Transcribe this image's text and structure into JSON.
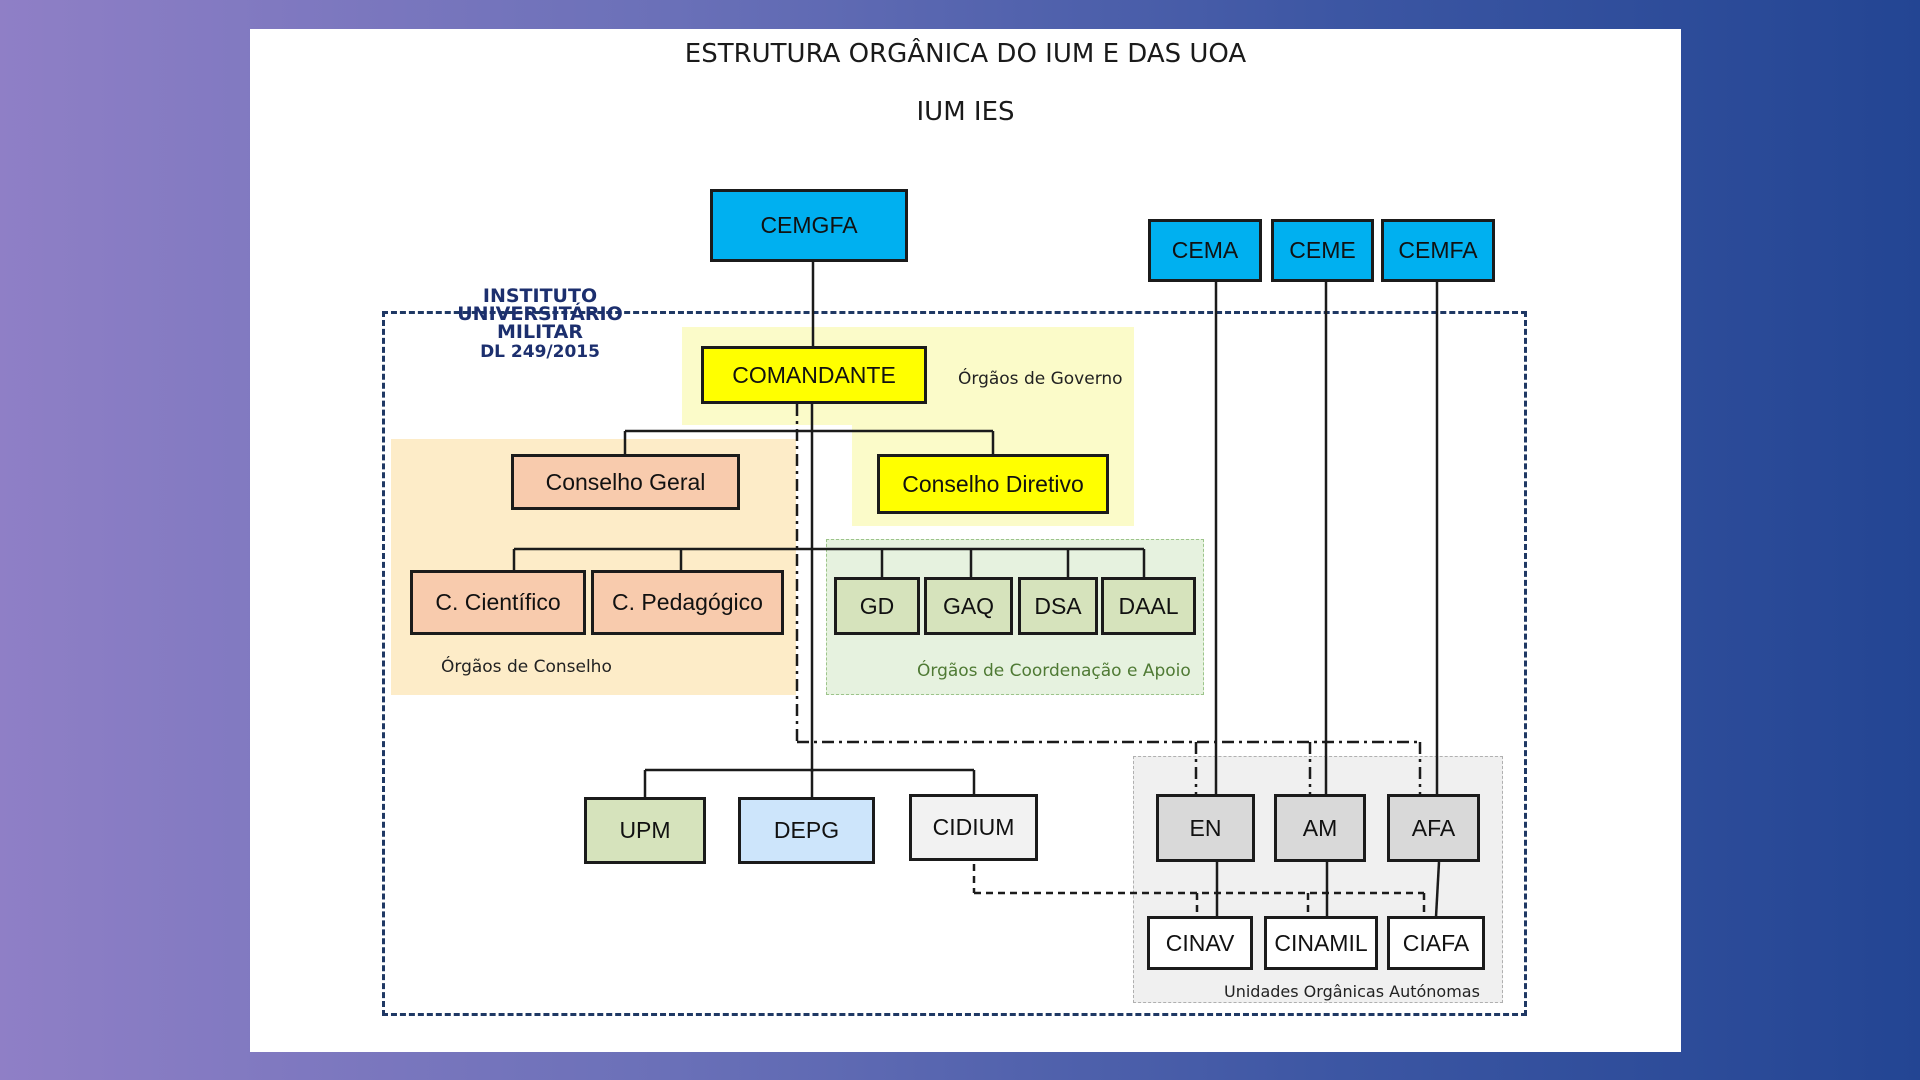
{
  "title": "ESTRUTURA ORGÂNICA DO IUM E DAS UOA",
  "subtitle": "IUM IES",
  "logo": {
    "line1": "INSTITUTO",
    "line2": "UNIVERSITÁRIO",
    "line3": "MILITAR",
    "line4": "DL 249/2015"
  },
  "boxes": {
    "cemgfa": "CEMGFA",
    "cema": "CEMA",
    "ceme": "CEME",
    "cemfa": "CEMFA",
    "comandante": "COMANDANTE",
    "conselho_geral": "Conselho  Geral",
    "conselho_diretivo": "Conselho  Diretivo",
    "c_cientifico": "C. Científico",
    "c_pedagogico": "C. Pedagógico",
    "gd": "GD",
    "gaq": "GAQ",
    "dsa": "DSA",
    "daal": "DAAL",
    "upm": "UPM",
    "depg": "DEPG",
    "cidium": "CIDIUM",
    "en": "EN",
    "am": "AM",
    "afa": "AFA",
    "cinav": "CINAV",
    "cinamil": "CINAMIL",
    "ciafa": "CIAFA"
  },
  "region_labels": {
    "governo": "Órgãos de Governo",
    "conselho": "Órgãos de Conselho",
    "coordenacao": "Órgãos de Coordenação e Apoio",
    "uoa": "Unidades Orgânicas Autónomas"
  },
  "colors": {
    "blue_top": "#00b0f0",
    "yellow": "#ffff00",
    "peach": "#f8cbad",
    "green": "#d6e3bc",
    "light_blue": "#cde5fb",
    "grey": "#d9d9d9",
    "logo_navy": "#1c2f6e"
  }
}
